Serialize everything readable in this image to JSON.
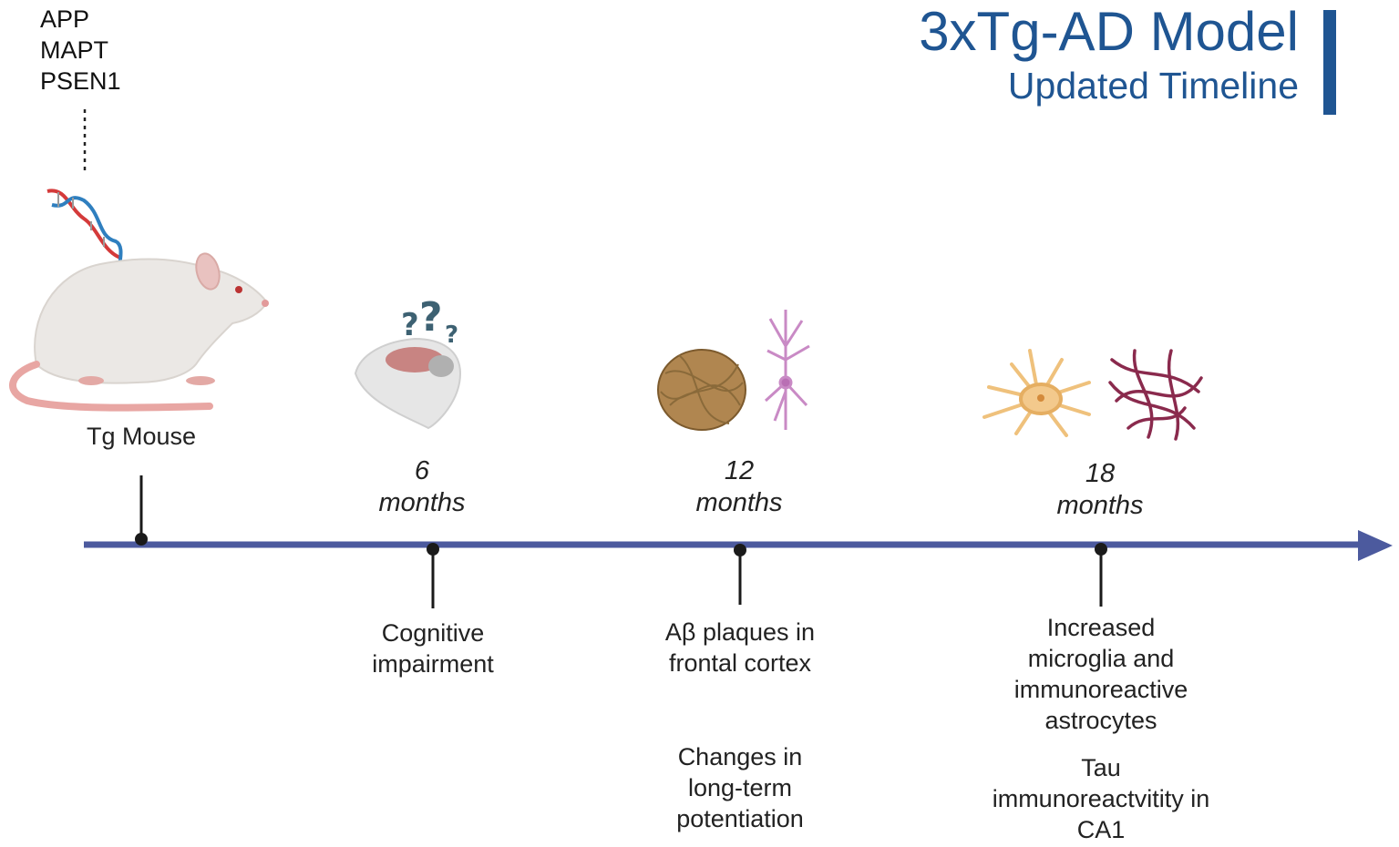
{
  "genes": [
    "APP",
    "MAPT",
    "PSEN1"
  ],
  "title": {
    "main": "3xTg-AD Model",
    "sub": "Updated Timeline"
  },
  "mouse_label": "Tg Mouse",
  "timepoints": [
    {
      "number": "6",
      "unit": "months",
      "events": [
        "Cognitive impairment"
      ]
    },
    {
      "number": "12",
      "unit": "months",
      "events": [
        "Aβ plaques in frontal cortex",
        "Changes in long-term potentiation"
      ]
    },
    {
      "number": "18",
      "unit": "months",
      "events": [
        "Increased microglia and immunoreactive astrocytes",
        "Tau immunoreactvitity in CA1"
      ]
    }
  ],
  "colors": {
    "title": "#1f5592",
    "timeline": "#4c5a9e",
    "tick": "#1a1a1a"
  },
  "icons": [
    "dna-icon",
    "mouse-icon",
    "confused-mouse-brain-icon",
    "amyloid-plaque-icon",
    "neuron-icon",
    "astrocyte-icon",
    "tau-tangle-icon"
  ]
}
